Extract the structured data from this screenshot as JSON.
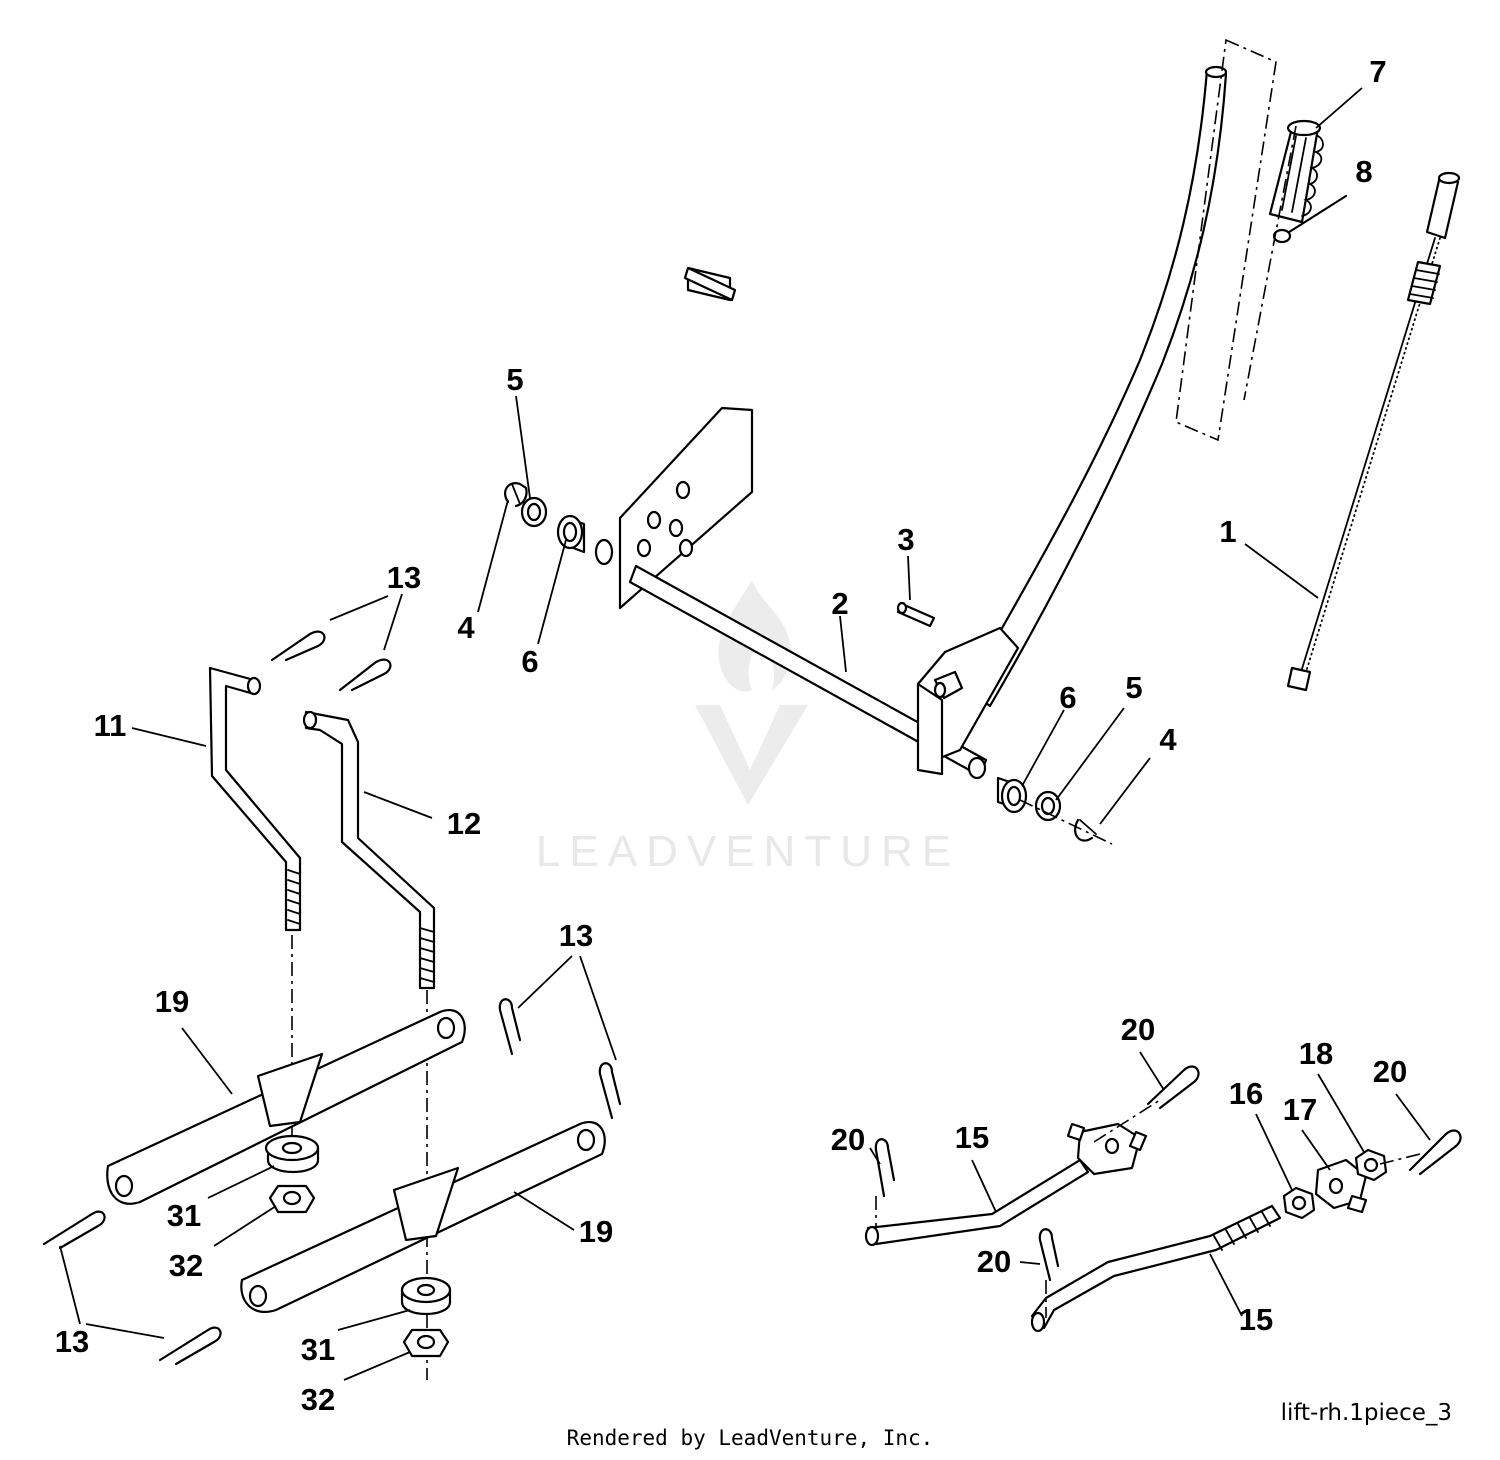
{
  "diagram": {
    "code": "lift-rh.1piece_3",
    "credit": "Rendered by LeadVenture, Inc.",
    "watermark": "LEADVENTURE"
  },
  "callouts": [
    {
      "id": "c1",
      "label": "1"
    },
    {
      "id": "c2",
      "label": "2"
    },
    {
      "id": "c3",
      "label": "3"
    },
    {
      "id": "c4a",
      "label": "4"
    },
    {
      "id": "c4b",
      "label": "4"
    },
    {
      "id": "c5a",
      "label": "5"
    },
    {
      "id": "c5b",
      "label": "5"
    },
    {
      "id": "c6a",
      "label": "6"
    },
    {
      "id": "c6b",
      "label": "6"
    },
    {
      "id": "c7",
      "label": "7"
    },
    {
      "id": "c8",
      "label": "8"
    },
    {
      "id": "c11",
      "label": "11"
    },
    {
      "id": "c12",
      "label": "12"
    },
    {
      "id": "c13a",
      "label": "13"
    },
    {
      "id": "c13b",
      "label": "13"
    },
    {
      "id": "c13c",
      "label": "13"
    },
    {
      "id": "c15a",
      "label": "15"
    },
    {
      "id": "c15b",
      "label": "15"
    },
    {
      "id": "c16",
      "label": "16"
    },
    {
      "id": "c17",
      "label": "17"
    },
    {
      "id": "c18",
      "label": "18"
    },
    {
      "id": "c19a",
      "label": "19"
    },
    {
      "id": "c19b",
      "label": "19"
    },
    {
      "id": "c20a",
      "label": "20"
    },
    {
      "id": "c20b",
      "label": "20"
    },
    {
      "id": "c20c",
      "label": "20"
    },
    {
      "id": "c20d",
      "label": "20"
    },
    {
      "id": "c31a",
      "label": "31"
    },
    {
      "id": "c31b",
      "label": "31"
    },
    {
      "id": "c32a",
      "label": "32"
    },
    {
      "id": "c32b",
      "label": "32"
    }
  ]
}
